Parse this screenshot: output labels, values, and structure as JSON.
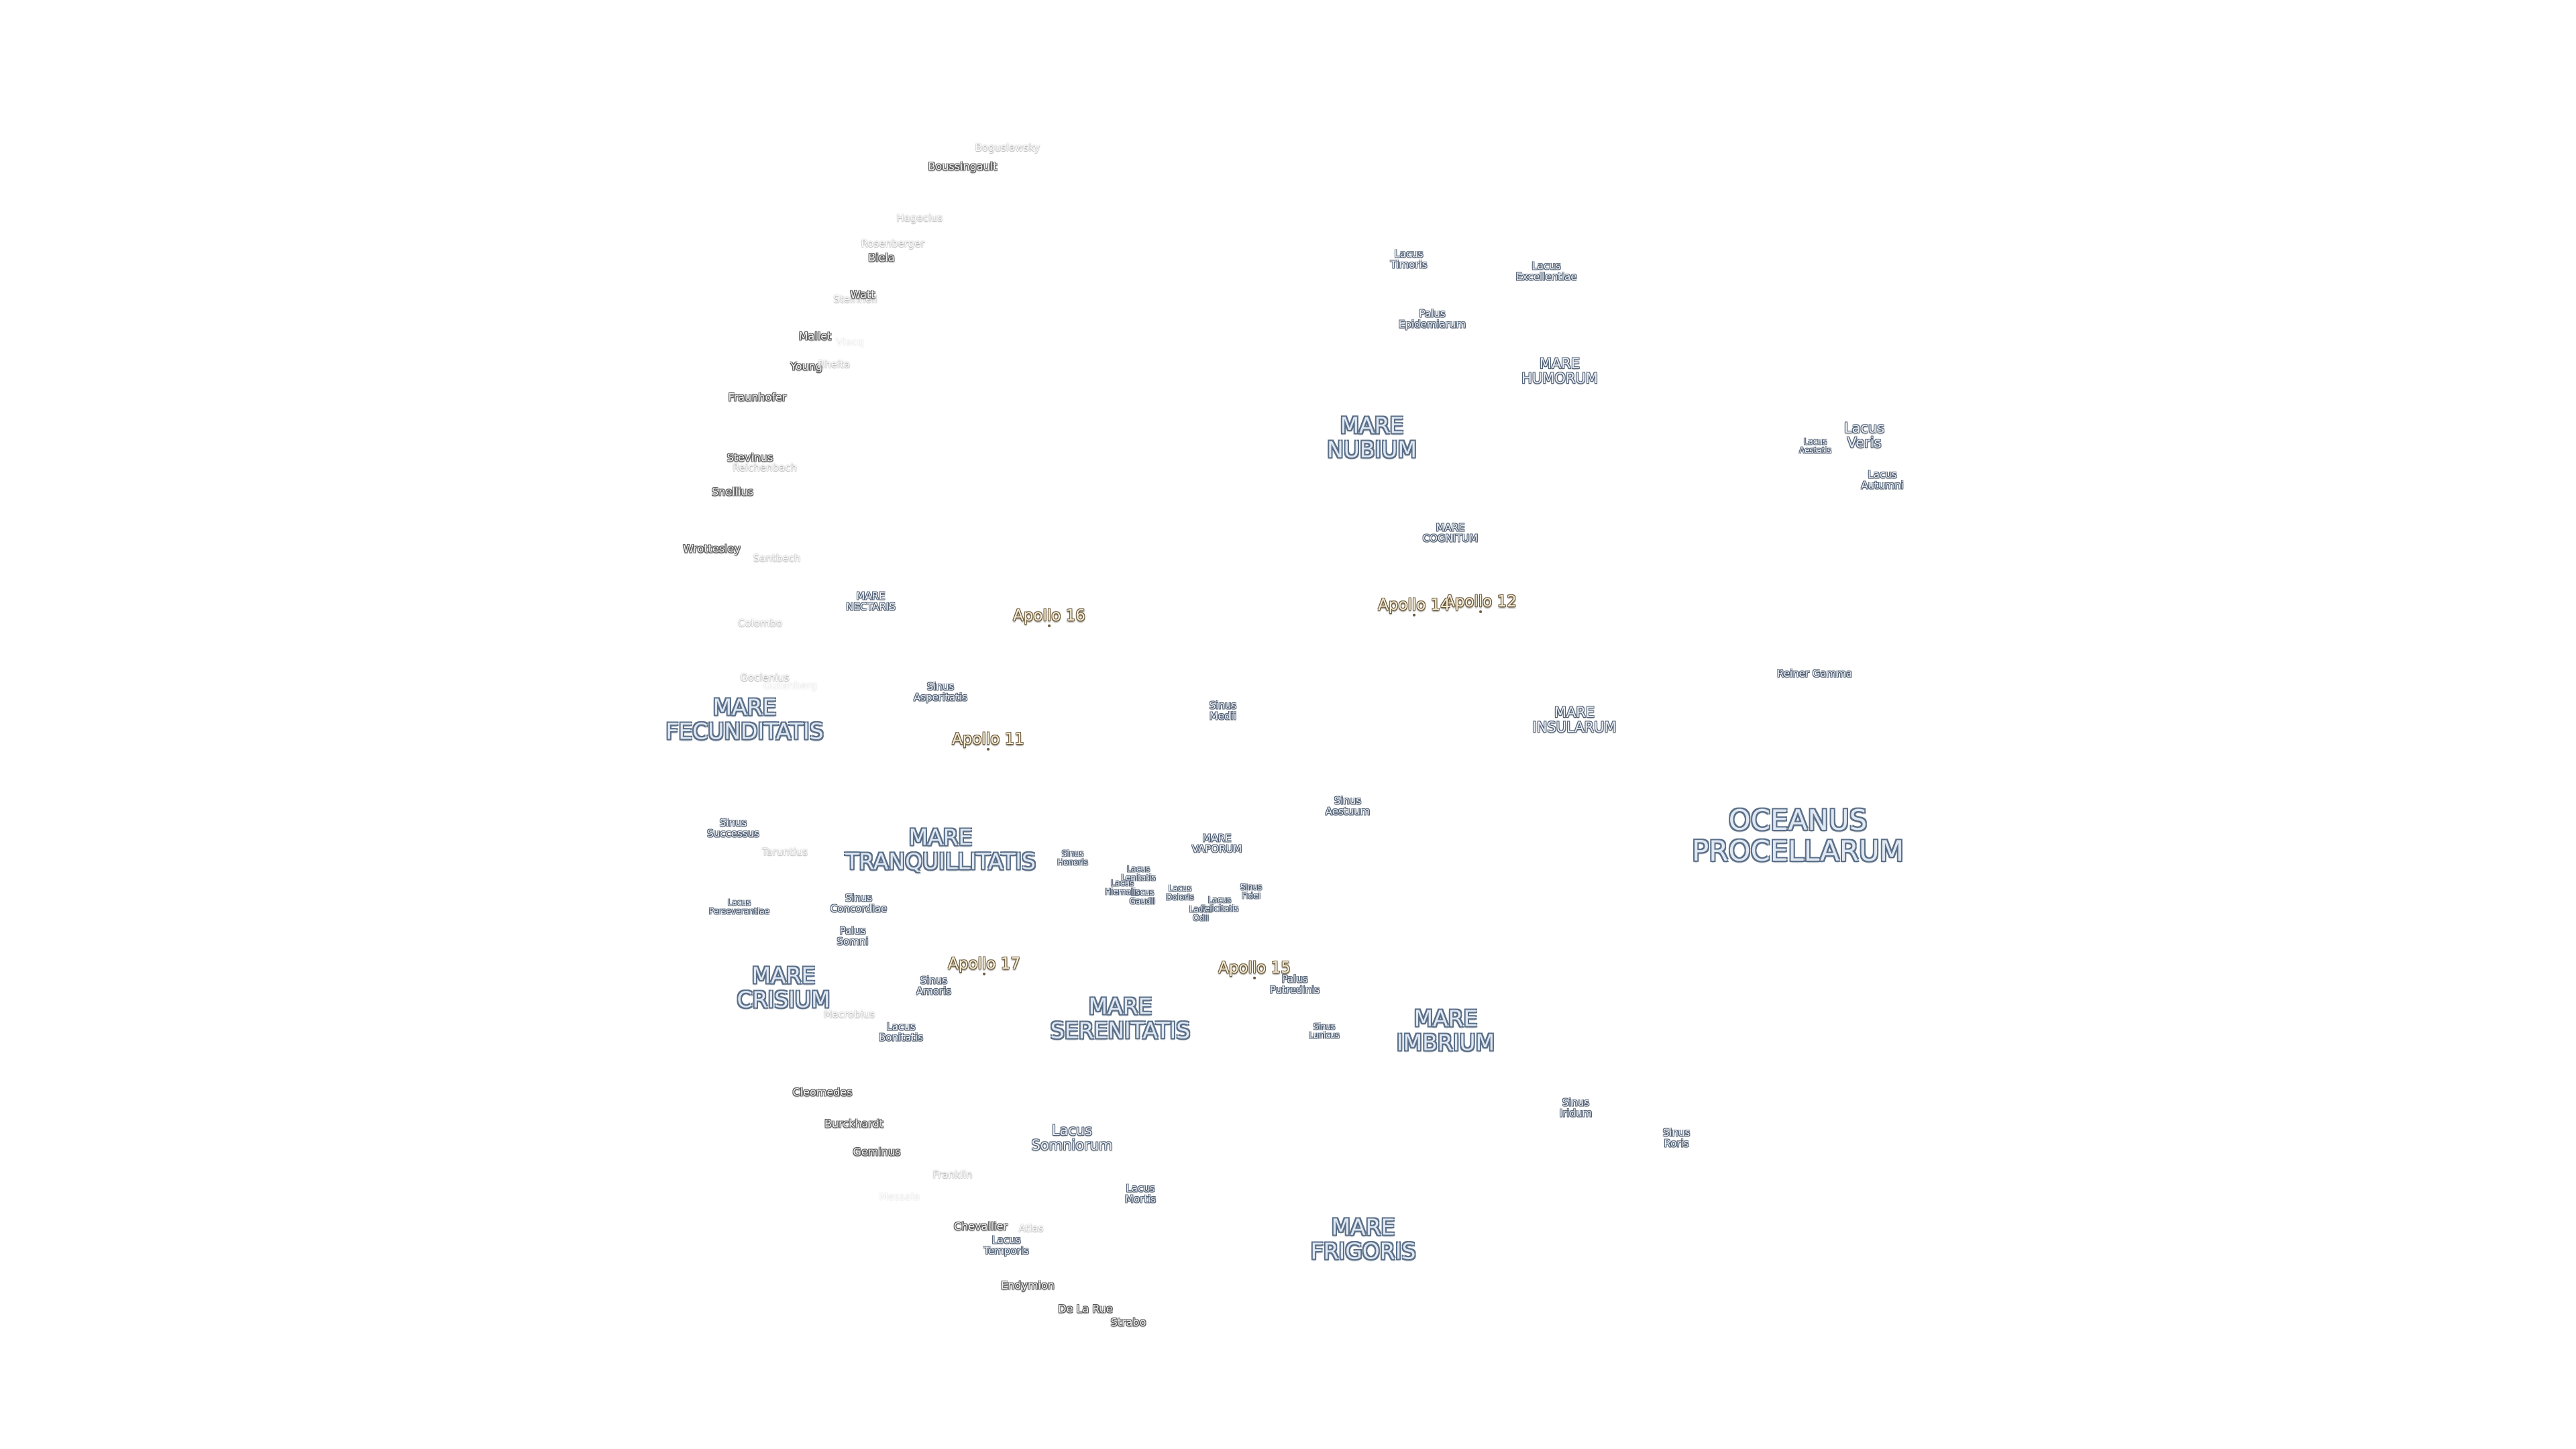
{
  "labels": [
    {
      "text": "OCEANUS\nPROCELLARUM",
      "cls": "ocean"
    },
    {
      "text": "MARE\nFRIGORIS",
      "cls": "big"
    },
    {
      "text": "MARE\nIMBRIUM",
      "cls": "big"
    },
    {
      "text": "MARE\nSERENITATIS",
      "cls": "big"
    },
    {
      "text": "MARE\nTRANQUILLITATIS",
      "cls": "big"
    },
    {
      "text": "MARE\nCRISIUM",
      "cls": "big"
    },
    {
      "text": "MARE\nFECUNDITATIS",
      "cls": "big"
    },
    {
      "text": "MARE\nNUBIUM",
      "cls": "big"
    },
    {
      "text": "MARE\nINSULARUM",
      "cls": "med"
    },
    {
      "text": "MARE\nHUMORUM",
      "cls": "med"
    },
    {
      "text": "MARE\nCOGNITUM",
      "cls": "small"
    },
    {
      "text": "MARE\nNECTARIS",
      "cls": "small"
    },
    {
      "text": "MARE\nVAPORUM",
      "cls": "small"
    },
    {
      "text": "Lacus\nSomniorum",
      "cls": "med"
    },
    {
      "text": "Lacus\nVeris",
      "cls": "med"
    },
    {
      "text": "Palus\nEpidemiarum",
      "cls": "small"
    },
    {
      "text": "Sinus\nAestuum",
      "cls": "small"
    },
    {
      "text": "Sinus\nMedii",
      "cls": "small"
    },
    {
      "text": "Sinus\nIridum",
      "cls": "small"
    },
    {
      "text": "Sinus\nRoris",
      "cls": "small"
    },
    {
      "text": "Sinus\nAsperitatis",
      "cls": "small"
    },
    {
      "text": "Sinus\nAmoris",
      "cls": "small"
    },
    {
      "text": "Sinus\nConcordiae",
      "cls": "small"
    },
    {
      "text": "Sinus\nSuccessus",
      "cls": "small"
    },
    {
      "text": "Sinus\nHonoris",
      "cls": "tiny"
    },
    {
      "text": "Sinus\nLunicus",
      "cls": "tiny"
    },
    {
      "text": "Sinus\nFidei",
      "cls": "tiny"
    },
    {
      "text": "Palus\nPutredinis",
      "cls": "small"
    },
    {
      "text": "Palus\nSomni",
      "cls": "small"
    },
    {
      "text": "Lacus\nTimoris",
      "cls": "small"
    },
    {
      "text": "Lacus\nExcellentiae",
      "cls": "small"
    },
    {
      "text": "Lacus\nAutumni",
      "cls": "small"
    },
    {
      "text": "Lacus\nAestatis",
      "cls": "tiny"
    },
    {
      "text": "Lacus\nBonitatis",
      "cls": "small"
    },
    {
      "text": "Lacus\nMortis",
      "cls": "small"
    },
    {
      "text": "Lacus\nTemporis",
      "cls": "small"
    },
    {
      "text": "Lacus\nPerseverantiae",
      "cls": "tiny"
    },
    {
      "text": "Lacus\nLenitatis",
      "cls": "tiny"
    },
    {
      "text": "Lacus\nDoloris",
      "cls": "tiny"
    },
    {
      "text": "Lacus\nGaudii",
      "cls": "tiny"
    },
    {
      "text": "Lacus\nOdii",
      "cls": "tiny"
    },
    {
      "text": "Lacus\nHiemalis",
      "cls": "tiny"
    },
    {
      "text": "Lacus\nFelicitatis",
      "cls": "tiny"
    },
    {
      "text": "Reiner Gamma",
      "cls": "small"
    },
    {
      "text": "Apollo 11",
      "cls": "apollo"
    },
    {
      "text": "Apollo 12",
      "cls": "apollo"
    },
    {
      "text": "Apollo 14",
      "cls": "apollo"
    },
    {
      "text": "Apollo 15",
      "cls": "apollo"
    },
    {
      "text": "Apollo 16",
      "cls": "apollo"
    },
    {
      "text": "Apollo 17",
      "cls": "apollo"
    },
    {
      "text": "Boussingault",
      "cls": "crater"
    },
    {
      "text": "Boguslawsky",
      "cls": "faint"
    },
    {
      "text": "Hagecius",
      "cls": "faint"
    },
    {
      "text": "Rosenberger",
      "cls": "faint"
    },
    {
      "text": "Biela",
      "cls": "crater"
    },
    {
      "text": "Steinheil",
      "cls": "faint"
    },
    {
      "text": "Watt",
      "cls": "crater"
    },
    {
      "text": "Mallet",
      "cls": "crater"
    },
    {
      "text": "Vlacq",
      "cls": "veryfaint"
    },
    {
      "text": "Young",
      "cls": "crater"
    },
    {
      "text": "Rheita",
      "cls": "faint"
    },
    {
      "text": "Fraunhofer",
      "cls": "crater"
    },
    {
      "text": "Stevinus",
      "cls": "crater"
    },
    {
      "text": "Reichenbach",
      "cls": "faint"
    },
    {
      "text": "Snellius",
      "cls": "crater"
    },
    {
      "text": "Wrottesley",
      "cls": "crater"
    },
    {
      "text": "Santbech",
      "cls": "faint"
    },
    {
      "text": "Colombo",
      "cls": "faint"
    },
    {
      "text": "Goclenius",
      "cls": "faint"
    },
    {
      "text": "Gutenberg",
      "cls": "veryfaint"
    },
    {
      "text": "Taruntius",
      "cls": "faint"
    },
    {
      "text": "Macrobius",
      "cls": "faint"
    },
    {
      "text": "Cleomedes",
      "cls": "crater"
    },
    {
      "text": "Burckhardt",
      "cls": "crater"
    },
    {
      "text": "Geminus",
      "cls": "crater"
    },
    {
      "text": "Franklin",
      "cls": "faint"
    },
    {
      "text": "Messala",
      "cls": "veryfaint"
    },
    {
      "text": "Chevallier",
      "cls": "crater"
    },
    {
      "text": "Atlas",
      "cls": "faint"
    },
    {
      "text": "Endymion",
      "cls": "crater"
    },
    {
      "text": "De La Rue",
      "cls": "crater"
    },
    {
      "text": "Strabo",
      "cls": "crater"
    }
  ]
}
